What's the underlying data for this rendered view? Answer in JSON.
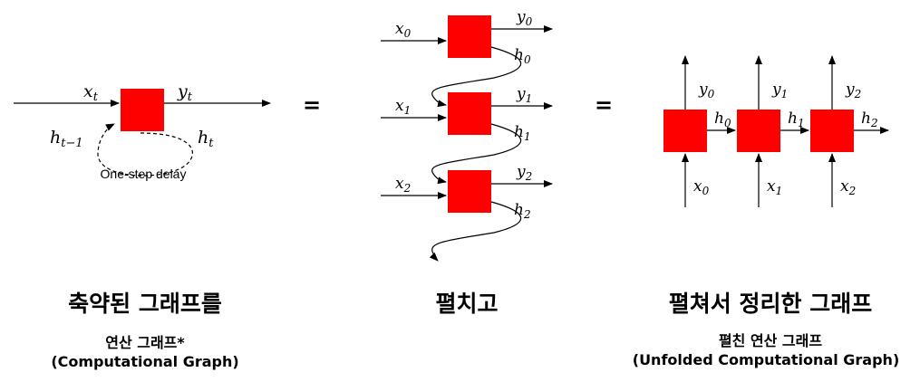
{
  "left": {
    "input": "x",
    "input_sub": "t",
    "output": "y",
    "output_sub": "t",
    "prev_state": "h",
    "prev_state_sub": "t−1",
    "state": "h",
    "state_sub": "t",
    "delay_label": "One-step delay"
  },
  "equals": "=",
  "middle": {
    "inputs": [
      {
        "var": "x",
        "sub": "0"
      },
      {
        "var": "x",
        "sub": "1"
      },
      {
        "var": "x",
        "sub": "2"
      }
    ],
    "outputs": [
      {
        "var": "y",
        "sub": "0"
      },
      {
        "var": "y",
        "sub": "1"
      },
      {
        "var": "y",
        "sub": "2"
      }
    ],
    "states": [
      {
        "var": "h",
        "sub": "0"
      },
      {
        "var": "h",
        "sub": "1"
      },
      {
        "var": "h",
        "sub": "2"
      }
    ]
  },
  "right": {
    "inputs": [
      {
        "var": "x",
        "sub": "0"
      },
      {
        "var": "x",
        "sub": "1"
      },
      {
        "var": "x",
        "sub": "2"
      }
    ],
    "outputs": [
      {
        "var": "y",
        "sub": "0"
      },
      {
        "var": "y",
        "sub": "1"
      },
      {
        "var": "y",
        "sub": "2"
      }
    ],
    "states": [
      {
        "var": "h",
        "sub": "0"
      },
      {
        "var": "h",
        "sub": "1"
      },
      {
        "var": "h",
        "sub": "2"
      }
    ]
  },
  "captions": {
    "left_title": "축약된 그래프를",
    "left_sub1": "연산 그래프*",
    "left_sub2": "(Computational Graph)",
    "middle_title": "펼치고",
    "right_title": "펼쳐서 정리한 그래프",
    "right_sub1": "펼친 연산 그래프",
    "right_sub2": "(Unfolded Computational Graph)"
  },
  "colors": {
    "node": "#ff0000",
    "line": "#000000"
  }
}
